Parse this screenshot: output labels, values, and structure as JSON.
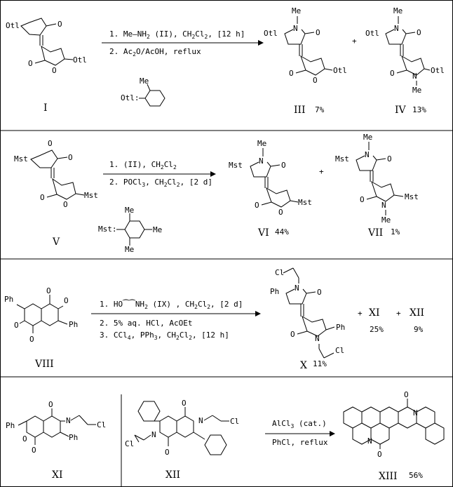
{
  "scheme": {
    "reaction1": {
      "reactant": {
        "label": "I",
        "substituent": "Otl"
      },
      "legend": {
        "abbr": "Otl:",
        "group": "Me"
      },
      "conditions": {
        "step1": {
          "num": "1.",
          "reagent": "Me—NH",
          "sub": "2",
          "tail": " (II), CH",
          "sub2": "2",
          "tail2": "Cl",
          "sub3": "2",
          "tail3": ", [12 h]"
        },
        "step2": {
          "text": "2. Ac",
          "sub": "2",
          "tail": "O/AcOH, reflux"
        }
      },
      "product1": {
        "label": "III",
        "yield": "7%",
        "substituent": "Otl",
        "methyl": "Me"
      },
      "plus": "+",
      "product2": {
        "label": "IV",
        "yield": "13%",
        "substituent": "Otl",
        "methyl": "Me"
      }
    },
    "reaction2": {
      "reactant": {
        "label": "V",
        "substituent": "Mst"
      },
      "legend": {
        "abbr": "Mst:",
        "group": "Me"
      },
      "conditions": {
        "step1": {
          "text": "1. (II), CH",
          "sub": "2",
          "tail": "Cl",
          "sub2": "2"
        },
        "step2": {
          "text": "2. POCl",
          "sub": "3",
          "tail": ", CH",
          "sub2": "2",
          "tail2": "Cl",
          "sub3": "2",
          "tail3": ", [2 d]"
        }
      },
      "product1": {
        "label": "VI",
        "yield": "44%",
        "substituent": "Mst",
        "methyl": "Me"
      },
      "plus": "+",
      "product2": {
        "label": "VII",
        "yield": "1%",
        "substituent": "Mst",
        "methyl": "Me"
      }
    },
    "reaction3": {
      "reactant": {
        "label": "VIII",
        "substituent": "Ph"
      },
      "conditions": {
        "step1": {
          "text": "1. HO",
          "mid": "NH",
          "sub": "2",
          "tail": " (IX) , CH",
          "sub2": "2",
          "tail2": "Cl",
          "sub3": "2",
          "tail3": ", [2 d]"
        },
        "step2": {
          "text": "2. 5% aq. HCl, AcOEt"
        },
        "step3": {
          "text": "3. CCl",
          "sub": "4",
          "tail": ", PPh",
          "sub2": "3",
          "tail2": ", CH",
          "sub3": "2",
          "tail3": "Cl",
          "sub4": "2",
          "tail4": ", [12 h]"
        }
      },
      "product1": {
        "label": "X",
        "yield": "11%",
        "substituent": "Ph",
        "chloro": "Cl"
      },
      "plus": "+",
      "product2": {
        "label": "XI",
        "yield": "25%"
      },
      "product3": {
        "label": "XII",
        "yield": "9%"
      }
    },
    "reaction4": {
      "structure1": {
        "label": "XI",
        "substituent": "Ph",
        "chloro": "Cl"
      },
      "structure2": {
        "label": "XII",
        "substituent": "Cl"
      },
      "conditions": {
        "step1": {
          "text": "AlCl",
          "sub": "3",
          "tail": " (cat.)"
        },
        "step2": {
          "text": "PhCl, reflux"
        }
      },
      "product": {
        "label": "XIII",
        "yield": "56%"
      }
    }
  }
}
